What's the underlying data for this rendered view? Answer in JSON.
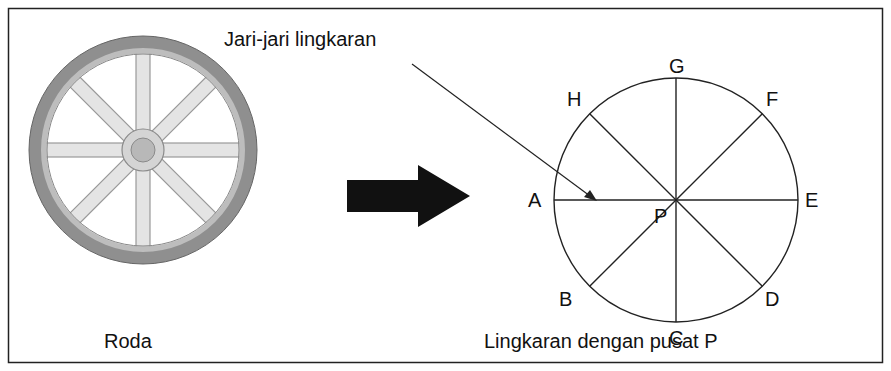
{
  "diagram": {
    "labels": [
      "Jari-jari lingkaran",
      "G",
      "H",
      "F",
      "A",
      "E",
      "P",
      "B",
      "C",
      "D",
      "Roda",
      "Lingkaran dengan pusat P"
    ]
  }
}
